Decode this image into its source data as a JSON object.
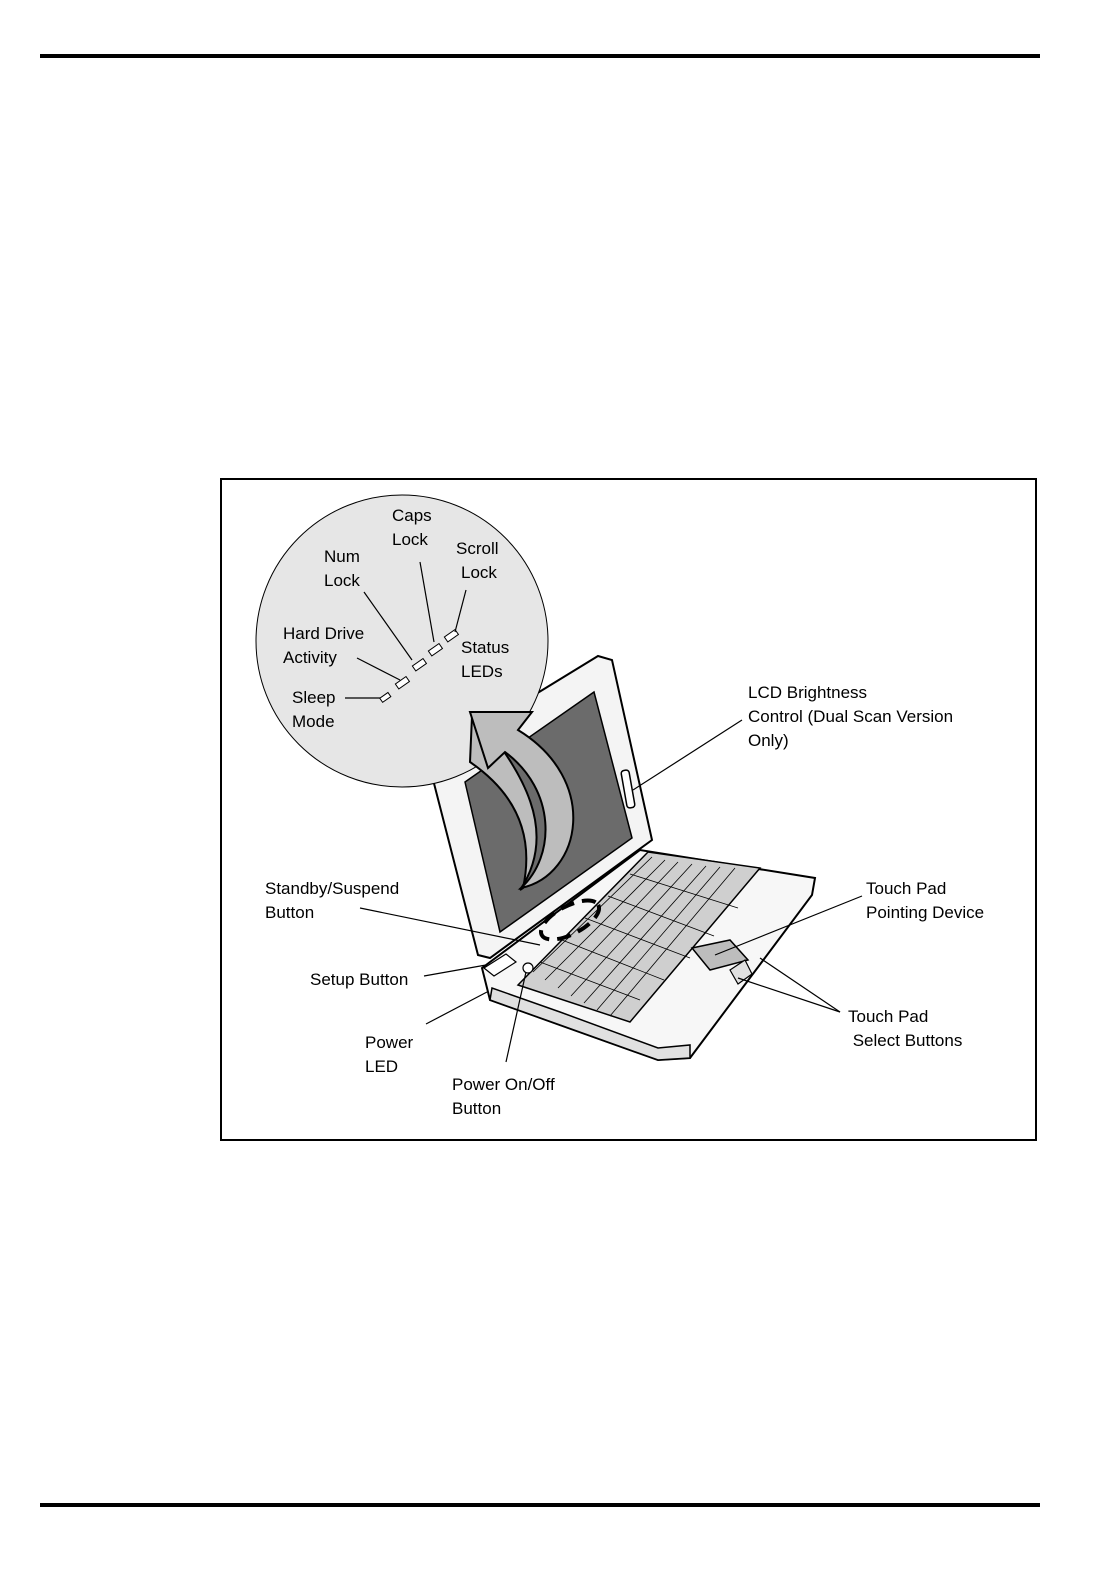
{
  "figure": {
    "labels": {
      "caps_lock": [
        "Caps",
        "Lock"
      ],
      "num_lock": [
        "Num",
        "Lock"
      ],
      "scroll_lock": [
        "Scroll",
        "Lock"
      ],
      "hard_drive_activity": [
        "Hard Drive",
        "Activity"
      ],
      "status_leds": [
        "Status",
        "LEDs"
      ],
      "sleep_mode": [
        "Sleep",
        "Mode"
      ],
      "lcd_brightness": [
        "LCD Brightness",
        "Control (Dual Scan Version",
        "Only)"
      ],
      "standby_suspend": [
        "Standby/Suspend",
        "Button"
      ],
      "setup_button": [
        "Setup Button"
      ],
      "touch_pad_pointing": [
        "Touch Pad",
        "Pointing Device"
      ],
      "touch_pad_select": [
        "Touch Pad",
        " Select Buttons"
      ],
      "power_led": [
        "Power",
        "LED"
      ],
      "power_onoff": [
        "Power On/Off",
        "Button"
      ]
    },
    "colors": {
      "ink": "#000000",
      "screen": "#6b6b6b",
      "arrow": "#bdbdbd",
      "inset": "#e6e6e6",
      "keys": "#cfcfcf"
    }
  }
}
